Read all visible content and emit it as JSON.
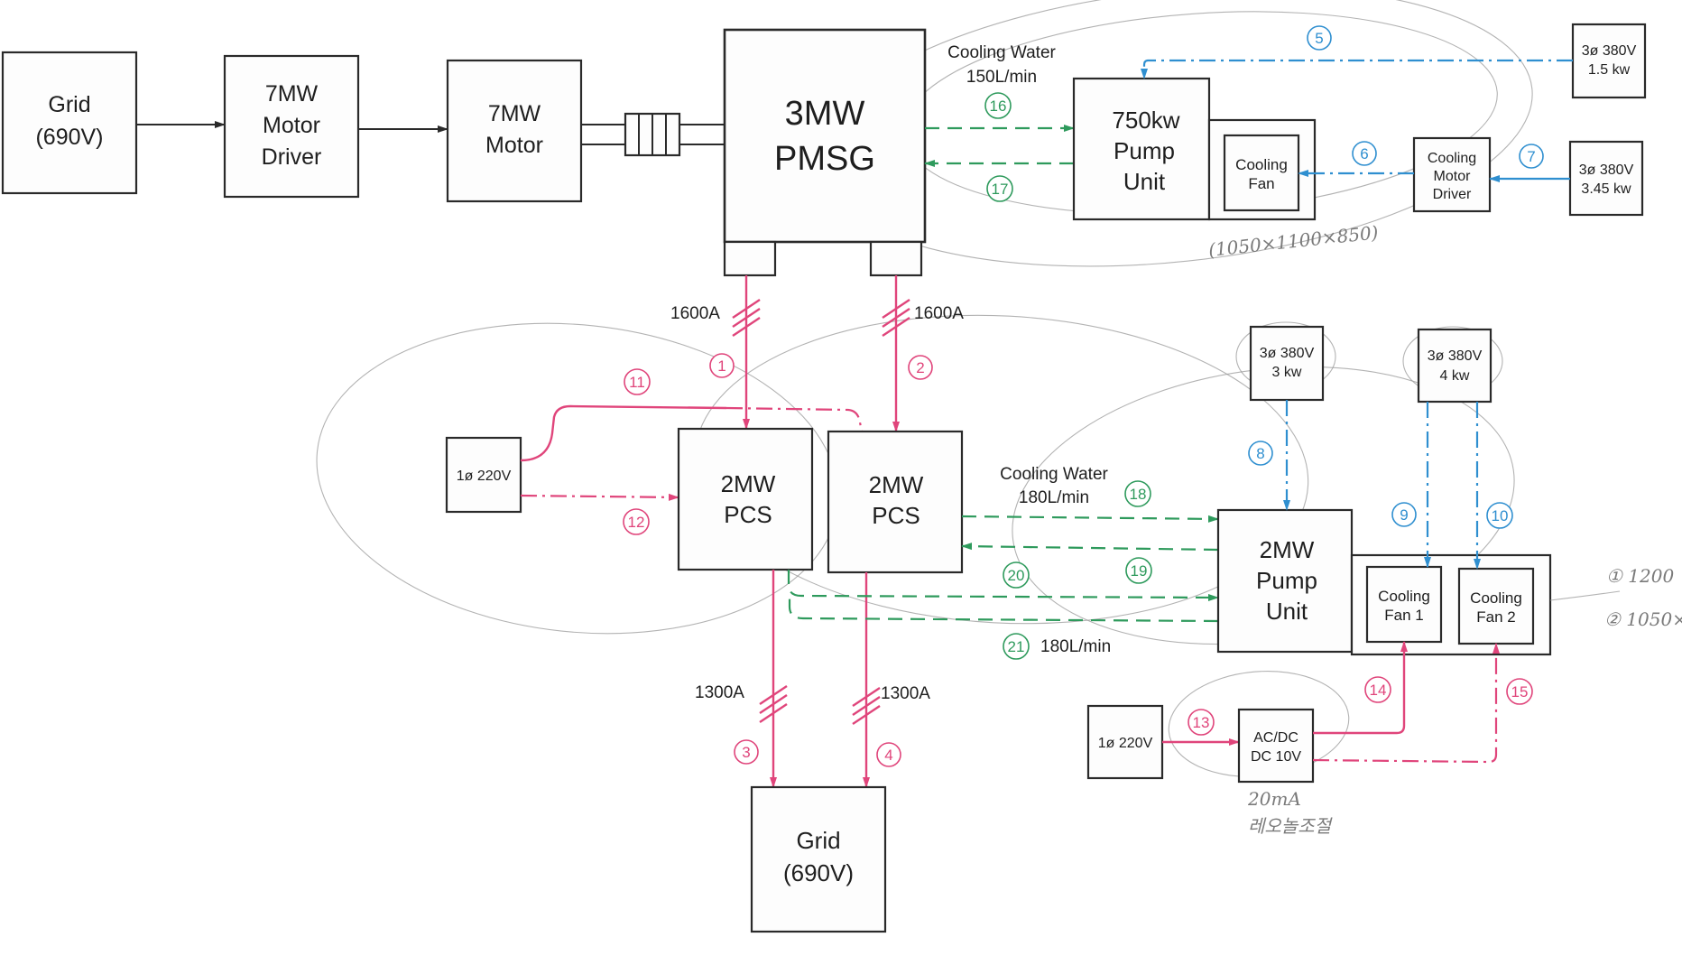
{
  "boxes": {
    "grid_in": {
      "line1": "Grid",
      "line2": "(690V)"
    },
    "motor_driver": {
      "line1": "7MW",
      "line2": "Motor",
      "line3": "Driver"
    },
    "motor": {
      "line1": "7MW",
      "line2": "Motor"
    },
    "pmsg": {
      "line1": "3MW",
      "line2": "PMSG"
    },
    "pump_750": {
      "line1": "750kw",
      "line2": "Pump",
      "line3": "Unit"
    },
    "cooling_fan_top": {
      "line1": "Cooling",
      "line2": "Fan"
    },
    "cooling_motor_driver": {
      "line1": "Cooling",
      "line2": "Motor",
      "line3": "Driver"
    },
    "supply_1_5kw": {
      "line1": "3ø 380V",
      "line2": "1.5 kw"
    },
    "supply_3_45kw": {
      "line1": "3ø 380V",
      "line2": "3.45 kw"
    },
    "supply_3kw": {
      "line1": "3ø 380V",
      "line2": "3 kw"
    },
    "supply_4kw": {
      "line1": "3ø 380V",
      "line2": "4 kw"
    },
    "supply_1ph_left": {
      "line1": "1ø 220V"
    },
    "pcs_1": {
      "line1": "2MW",
      "line2": "PCS"
    },
    "pcs_2": {
      "line1": "2MW",
      "line2": "PCS"
    },
    "pump_2mw": {
      "line1": "2MW",
      "line2": "Pump",
      "line3": "Unit"
    },
    "cooling_fan_1": {
      "line1": "Cooling",
      "line2": "Fan 1"
    },
    "cooling_fan_2": {
      "line1": "Cooling",
      "line2": "Fan 2"
    },
    "supply_1ph_right": {
      "line1": "1ø 220V"
    },
    "acdc": {
      "line1": "AC/DC",
      "line2": "DC 10V"
    },
    "grid_out": {
      "line1": "Grid",
      "line2": "(690V)"
    }
  },
  "labels": {
    "cooling_water_top": "Cooling Water",
    "flow_top": "150L/min",
    "cooling_water_mid": "Cooling Water",
    "flow_mid": "180L/min",
    "flow_return": "180L/min",
    "current_left_top": "1600A",
    "current_right_top": "1600A",
    "current_left_bottom": "1300A",
    "current_right_bottom": "1300A"
  },
  "connection_numbers": [
    "1",
    "2",
    "3",
    "4",
    "5",
    "6",
    "7",
    "8",
    "9",
    "10",
    "11",
    "12",
    "13",
    "14",
    "15",
    "16",
    "17",
    "18",
    "19",
    "20",
    "21"
  ],
  "colors": {
    "power": "#e0457b",
    "aux_power": "#2f8fd0",
    "cooling_water": "#2e9a5c",
    "outline": "#2a2a2a"
  }
}
